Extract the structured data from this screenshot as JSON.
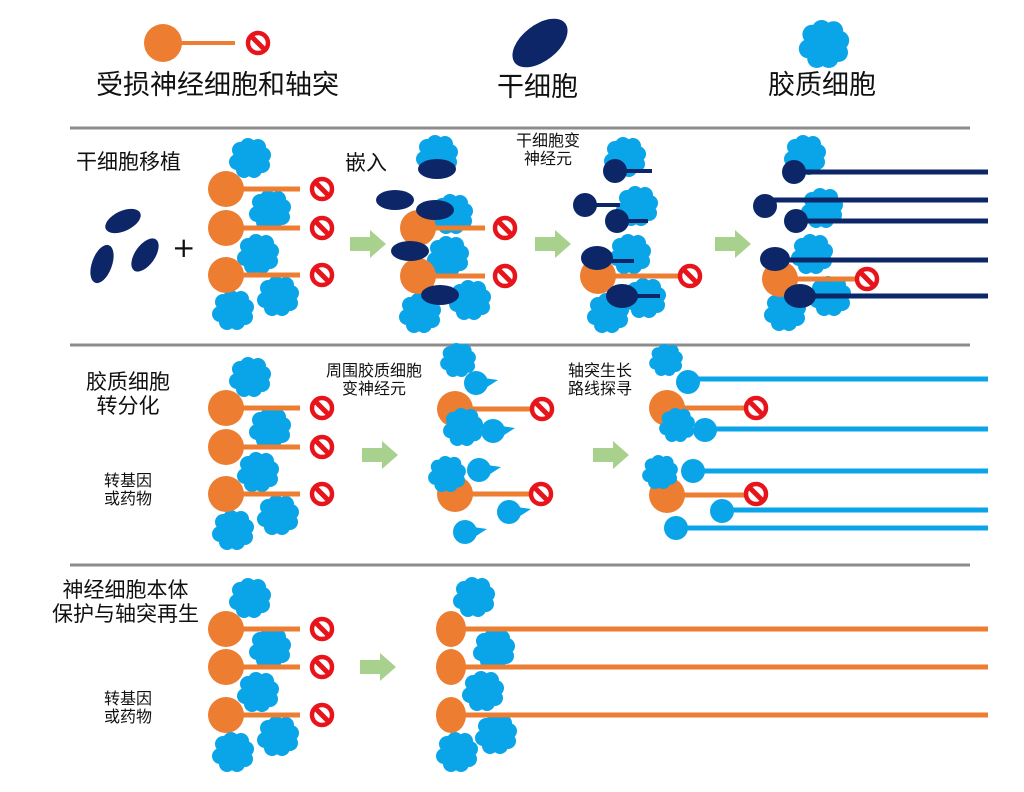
{
  "colors": {
    "neuron": "#ED7D31",
    "stem_cell": "#0C2668",
    "glia": "#0AA5E8",
    "blocked": "#E8141B",
    "arrow": "#A9D18E",
    "divider": "#8C8C8C",
    "text": "#111111"
  },
  "legend": {
    "damaged_neuron": {
      "label": "受损神经细胞和轴突",
      "icon": "neuron-with-blocked-axon-icon"
    },
    "stem_cell": {
      "label": "干细胞",
      "icon": "stem-cell-ellipse-icon"
    },
    "glia": {
      "label": "胶质细胞",
      "icon": "glia-cloud-icon"
    }
  },
  "sections": [
    {
      "id": "stem-cell-transplant",
      "title": "干细胞移植",
      "step_labels": [
        "嵌入",
        "干细胞变\n神经元"
      ],
      "plus_sign": "+"
    },
    {
      "id": "glia-transdifferentiation",
      "title": "胶质细胞\n转分化",
      "method": "转基因\n或药物",
      "step_labels": [
        "周围胶质细胞\n变神经元",
        "轴突生长\n路线探寻"
      ]
    },
    {
      "id": "neuron-protection",
      "title": "神经细胞本体\n保护与轴突再生",
      "method": "转基因\n或药物"
    }
  ]
}
